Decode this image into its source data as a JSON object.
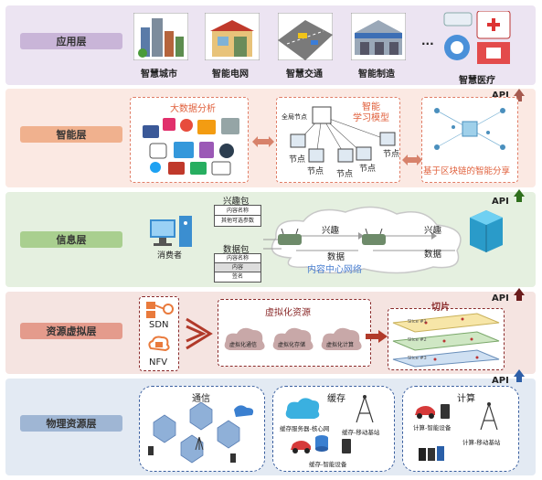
{
  "layers": {
    "app": {
      "label": "应用层",
      "items": [
        "智慧城市",
        "智能电网",
        "智慧交通",
        "智能制造",
        "...",
        "智慧医疗"
      ]
    },
    "intel": {
      "label": "智能层",
      "api": "API",
      "bigdata": "大数据分析",
      "learning": "智能\n学习模型",
      "global_node": "全局节点",
      "node": "节点",
      "blockchain": "基于区块链的智能分享"
    },
    "info": {
      "label": "信息层",
      "api": "API",
      "interest_pkt": "兴趣包",
      "interest_rows": [
        "内容名称",
        "其他可选参数"
      ],
      "consumer": "消费者",
      "data_pkt": "数据包",
      "data_rows": [
        "内容名称",
        "内容",
        "签名"
      ],
      "interest1": "兴趣",
      "interest2": "兴趣",
      "data1": "数据",
      "data2": "数据",
      "ccn": "内容中心网络"
    },
    "virt": {
      "label": "资源虚拟层",
      "api": "API",
      "sdn": "SDN",
      "nfv": "NFV",
      "vres": "虚拟化资源",
      "clouds": [
        "虚拟化通信",
        "虚拟化存储",
        "虚拟化计算"
      ],
      "slice": "切片",
      "slices": [
        "Slice #1",
        "Slice #2",
        "Slice #3"
      ]
    },
    "phys": {
      "label": "物理资源层",
      "api": "API",
      "comm": "通信",
      "cache": "缓存",
      "cache_core": "缓存服务器-核心网",
      "cache_bs": "缓存-移动基站",
      "cache_dev": "缓存-智能设备",
      "compute": "计算",
      "comp_dev": "计算-智能设备",
      "comp_bs": "计算-移动基站"
    }
  },
  "colors": {
    "app_bg": "#ece4f2",
    "intel_bg": "#fbe9e3",
    "info_bg": "#e5f0e0",
    "virt_bg": "#f5e4e1",
    "phys_bg": "#e3eaf3",
    "red_dash": "#e07d66",
    "accent": "#e0603c"
  }
}
